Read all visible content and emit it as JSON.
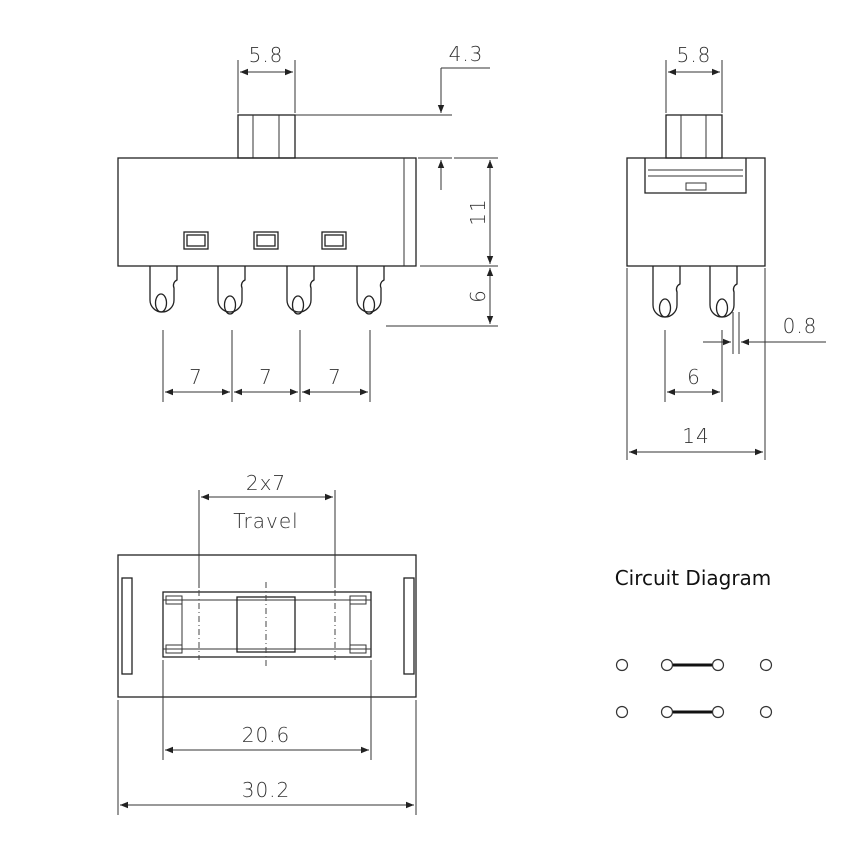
{
  "front_view": {
    "actuator_width": "5.8",
    "actuator_height": "4.3",
    "body_height": "11",
    "pin_length": "6",
    "pitch_1": "7",
    "pitch_2": "7",
    "pitch_3": "7"
  },
  "side_view": {
    "actuator_width": "5.8",
    "pin_thickness": "0.8",
    "pin_spacing": "6",
    "body_width": "14"
  },
  "top_view": {
    "travel_value": "2x7",
    "travel_label": "Travel",
    "inner_width": "20.6",
    "overall_width": "30.2"
  },
  "circuit": {
    "title": "Circuit Diagram"
  }
}
